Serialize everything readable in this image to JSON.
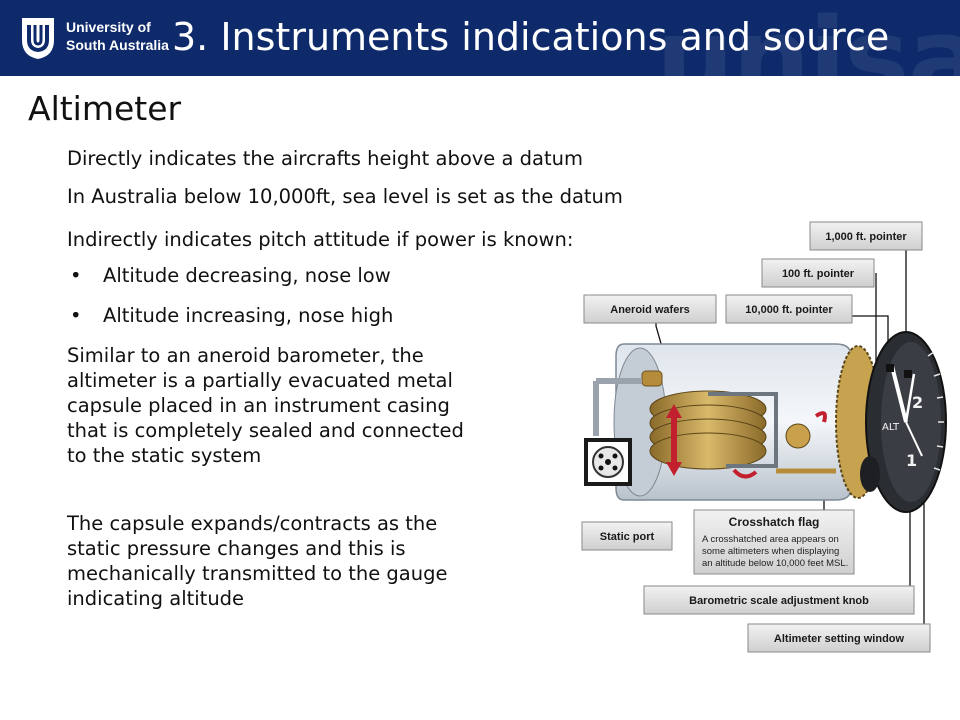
{
  "header": {
    "university_line1": "University of",
    "university_line2": "South Australia",
    "title": "3. Instruments indications and source",
    "watermark": "unisa",
    "background": "#0e2a6b"
  },
  "subtitle": "Altimeter",
  "lines": [
    "Directly indicates the aircrafts height above a datum",
    "In Australia below 10,000ft, sea level is set as the datum",
    "Indirectly indicates pitch attitude if power is known:"
  ],
  "bullets": [
    "Altitude decreasing, nose low",
    "Altitude increasing, nose high"
  ],
  "paragraph1": [
    "Similar to an aneroid barometer, the",
    "altimeter is a partially evacuated metal",
    "capsule placed in an instrument casing",
    "that is completely sealed and connected",
    "to the static system"
  ],
  "paragraph2": [
    "The capsule expands/contracts as the",
    "static pressure changes and this is",
    "mechanically transmitted to the gauge",
    "indicating altitude"
  ],
  "diagram": {
    "labels": {
      "pointer_1000": "1,000 ft. pointer",
      "pointer_100": "100 ft. pointer",
      "pointer_10000": "10,000 ft. pointer",
      "aneroid_wafers": "Aneroid wafers",
      "static_port": "Static port",
      "crosshatch_flag": "Crosshatch flag",
      "crosshatch_note_1": "A crosshatched area appears on",
      "crosshatch_note_2": "some altimeters when displaying",
      "crosshatch_note_3": "an altitude below 10,000 feet MSL.",
      "baro_knob": "Barometric scale adjustment knob",
      "setting_window": "Altimeter setting window"
    },
    "dial_numerals": {
      "d2": "2",
      "d1": "1",
      "alt": "ALT"
    }
  }
}
